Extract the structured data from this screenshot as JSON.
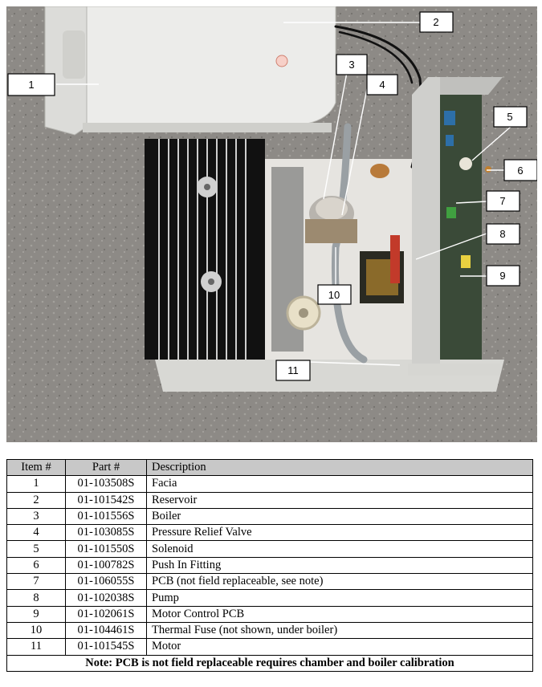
{
  "callouts": [
    "1",
    "2",
    "3",
    "4",
    "5",
    "6",
    "7",
    "8",
    "9",
    "10",
    "11"
  ],
  "table": {
    "headers": [
      "Item #",
      "Part #",
      "Description"
    ],
    "rows": [
      {
        "item": "1",
        "part": "01-103508S",
        "desc": "Facia"
      },
      {
        "item": "2",
        "part": "01-101542S",
        "desc": "Reservoir"
      },
      {
        "item": "3",
        "part": "01-101556S",
        "desc": "Boiler"
      },
      {
        "item": "4",
        "part": "01-103085S",
        "desc": "Pressure Relief Valve"
      },
      {
        "item": "5",
        "part": "01-101550S",
        "desc": "Solenoid"
      },
      {
        "item": "6",
        "part": "01-100782S",
        "desc": "Push In Fitting"
      },
      {
        "item": "7",
        "part": "01-106055S",
        "desc": "PCB (not field replaceable, see note)"
      },
      {
        "item": "8",
        "part": "01-102038S",
        "desc": "Pump"
      },
      {
        "item": "9",
        "part": "01-102061S",
        "desc": "Motor Control PCB"
      },
      {
        "item": "10",
        "part": "01-104461S",
        "desc": "Thermal Fuse (not shown, under boiler)"
      },
      {
        "item": "11",
        "part": "01-101545S",
        "desc": "Motor"
      }
    ],
    "note": "Note: PCB is not field replaceable requires chamber and boiler calibration"
  }
}
